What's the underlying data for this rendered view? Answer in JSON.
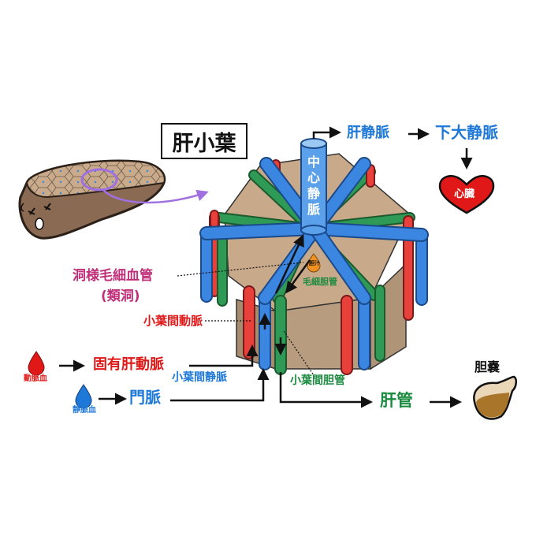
{
  "diagram": {
    "title": "肝小葉",
    "central_vein": [
      "中",
      "心",
      "静",
      "脈"
    ],
    "hepatic_vein": "肝静脈",
    "ivc": "下大静脈",
    "heart": "心臓",
    "sinusoid": "洞様毛細血管",
    "sinusoid_alt": "(類洞)",
    "interlobular_artery": "小葉間動脈",
    "proper_hepatic_artery": "固有肝動脈",
    "arterial_blood": "動脈血",
    "venous_blood": "静脈血",
    "portal_vein": "門脈",
    "interlobular_vein": "小葉間静脈",
    "interlobular_bile_duct": "小葉間胆管",
    "bile_canaliculus": "毛細胆管",
    "bile": "胆汁",
    "hepatic_duct": "肝管",
    "gallbladder": "胆嚢"
  },
  "colors": {
    "vein_blue": "#3a86e0",
    "artery_red": "#e8403a",
    "bile_green": "#2f9a55",
    "lobule_tan": "#c8a98a",
    "liver_brown": "#8a6a52",
    "heart_red": "#e01818",
    "gallbladder_brown": "#a8752a",
    "arrow_purple": "#a070e0"
  }
}
